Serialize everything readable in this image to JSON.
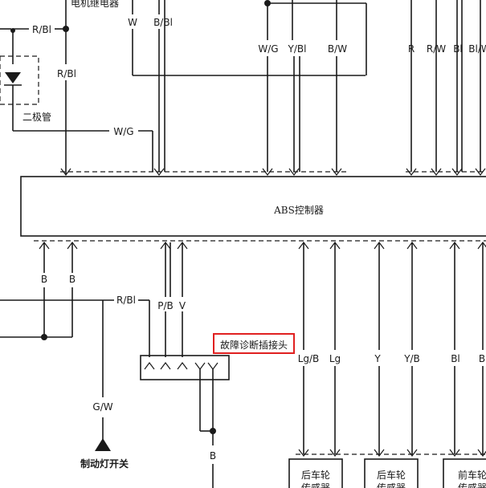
{
  "labels": {
    "motor_relay": "电机继电器",
    "diode": "二极管",
    "abs_controller": "ABS控制器",
    "diag_connector": "故障诊断插接头",
    "brake_switch": "制动灯开关",
    "rear_sensor_1": [
      "后车轮",
      "传感器"
    ],
    "rear_sensor_2": [
      "后车轮",
      "传感器"
    ],
    "front_sensor": [
      "前车轮",
      "传感器"
    ]
  },
  "wire_labels": {
    "w1": "W",
    "w2": "B/Bl",
    "rbl_top": "R/Bl",
    "rbl_left": "R/Bl",
    "wg_top": "W/G",
    "ybl_top": "Y/Bl",
    "bw_top": "B/W",
    "wg_mid": "W/G",
    "r_top": "R",
    "rw_top": "R/W",
    "bl_top": "Bl",
    "blw_top": "Bl/W",
    "b_left1": "B",
    "b_left2": "B",
    "rbl_mid": "R/Bl",
    "pb": "P/B",
    "v": "V",
    "gw": "G/W",
    "b_bottom": "B",
    "lgb": "Lg/B",
    "lg": "Lg",
    "y": "Y",
    "yb": "Y/B",
    "bl_bottom": "Bl",
    "b_right": "B"
  },
  "colors": {
    "line": "#1a1a1a",
    "highlight": "#e02020",
    "background": "#ffffff"
  }
}
